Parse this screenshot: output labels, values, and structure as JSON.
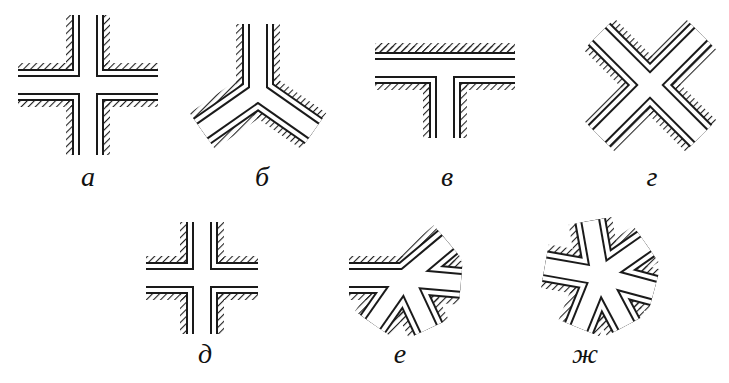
{
  "diagram": {
    "labels": [
      "а",
      "б",
      "в",
      "г",
      "д",
      "е",
      "ж"
    ]
  }
}
